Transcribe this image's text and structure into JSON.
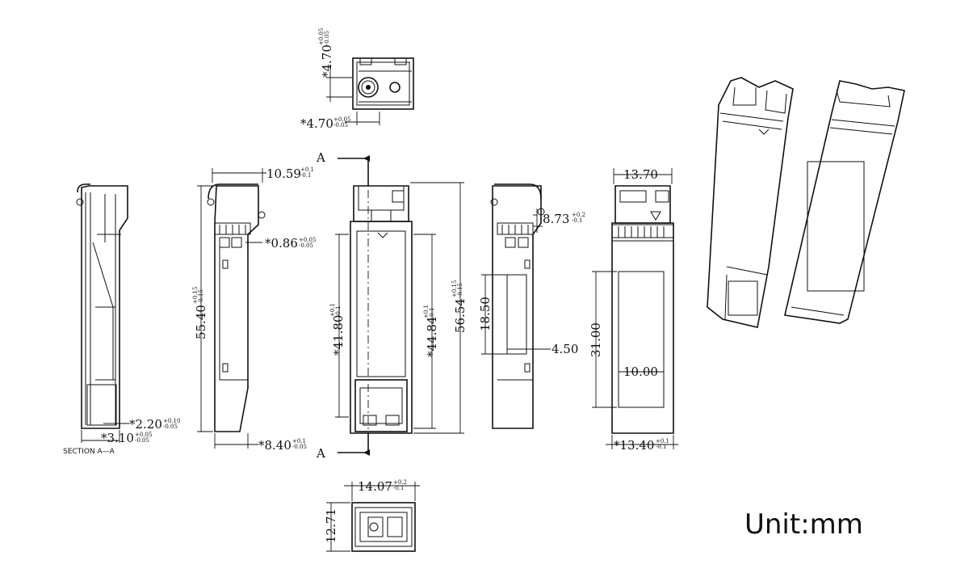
{
  "section_letter_top": "A",
  "section_letter_bottom": "A",
  "section_label": "SECTION  A—A",
  "unit_label": "Unit:mm",
  "dimensions": {
    "top_height": {
      "val": "*4.70",
      "up": "+0.05",
      "lo": "-0.05"
    },
    "top_width": {
      "val": "*4.70",
      "up": "+0.05",
      "lo": "-0.05"
    },
    "side_top_width": {
      "val": "10.59",
      "up": "+0.1",
      "lo": "-0.1"
    },
    "pin_pitch": {
      "val": "*0.86",
      "up": "+0.05",
      "lo": "-0.05"
    },
    "side_length": {
      "val": "55.40",
      "up": "+0.15",
      "lo": "-0.15"
    },
    "side_bottom_width": {
      "val": "*8.40",
      "up": "+0.1",
      "lo": "-0.05"
    },
    "section_thk1": {
      "val": "*2.20",
      "up": "+0.10",
      "lo": "-0.05"
    },
    "section_thk2": {
      "val": "*3.10",
      "up": "+0.05",
      "lo": "-0.05"
    },
    "front_inner": {
      "val": "*41.80",
      "up": "+0.1",
      "lo": "-0.1"
    },
    "front_mid": {
      "val": "*44.84",
      "up": "+0.1",
      "lo": "-0.1"
    },
    "front_total": {
      "val": "56.54",
      "up": "+0.15",
      "lo": "-0.15"
    },
    "rear_latch": {
      "val": "8.73",
      "up": "+0.2",
      "lo": "-0.1"
    },
    "label_height": "18.50",
    "label_offset": "4.50",
    "back_top_width": "13.70",
    "back_label_len": "31.00",
    "back_label_width": "10.00",
    "back_bottom_width": {
      "val": "*13.40",
      "up": "+0.1",
      "lo": "-0.1"
    },
    "bottom_width": {
      "val": "14.07",
      "up": "+0.2",
      "lo": "-0.1"
    },
    "bottom_height": "12.71"
  }
}
